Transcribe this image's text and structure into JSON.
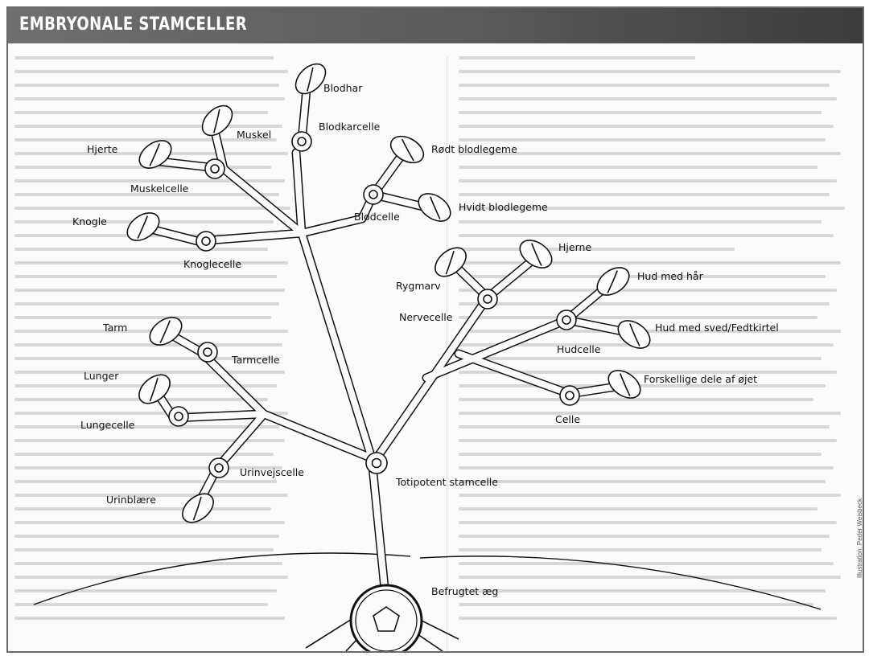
{
  "header": {
    "title": "EMBRYONALE STAMCELLER"
  },
  "credit": "Illustration: Peder Weisbeck",
  "labels": {
    "blodhar": "Blodhar",
    "blodkarcelle": "Blodkarcelle",
    "muskel": "Muskel",
    "hjerte": "Hjerte",
    "muskelcelle": "Muskelcelle",
    "rodt_blodlegeme": "Rødt blodlegeme",
    "blodcelle": "Blodcelle",
    "hvidt_blodlegeme": "Hvidt blodlegeme",
    "knogle": "Knogle",
    "knoglecelle": "Knoglecelle",
    "hjerne": "Hjerne",
    "rygmarv": "Rygmarv",
    "nervecelle": "Nervecelle",
    "hud_med_har": "Hud med hår",
    "hud_med_sved": "Hud med sved/Fedtkirtel",
    "hudcelle": "Hudcelle",
    "dele_af_ojet": "Forskellige dele af øjet",
    "celle": "Celle",
    "tarm": "Tarm",
    "tarmcelle": "Tarmcelle",
    "lunger": "Lunger",
    "lungecelle": "Lungecelle",
    "urinvejscelle": "Urinvejscelle",
    "urinblaere": "Urinblære",
    "totipotent": "Totipotent stamcelle",
    "befrugtet_aeg": "Befrugtet æg"
  }
}
